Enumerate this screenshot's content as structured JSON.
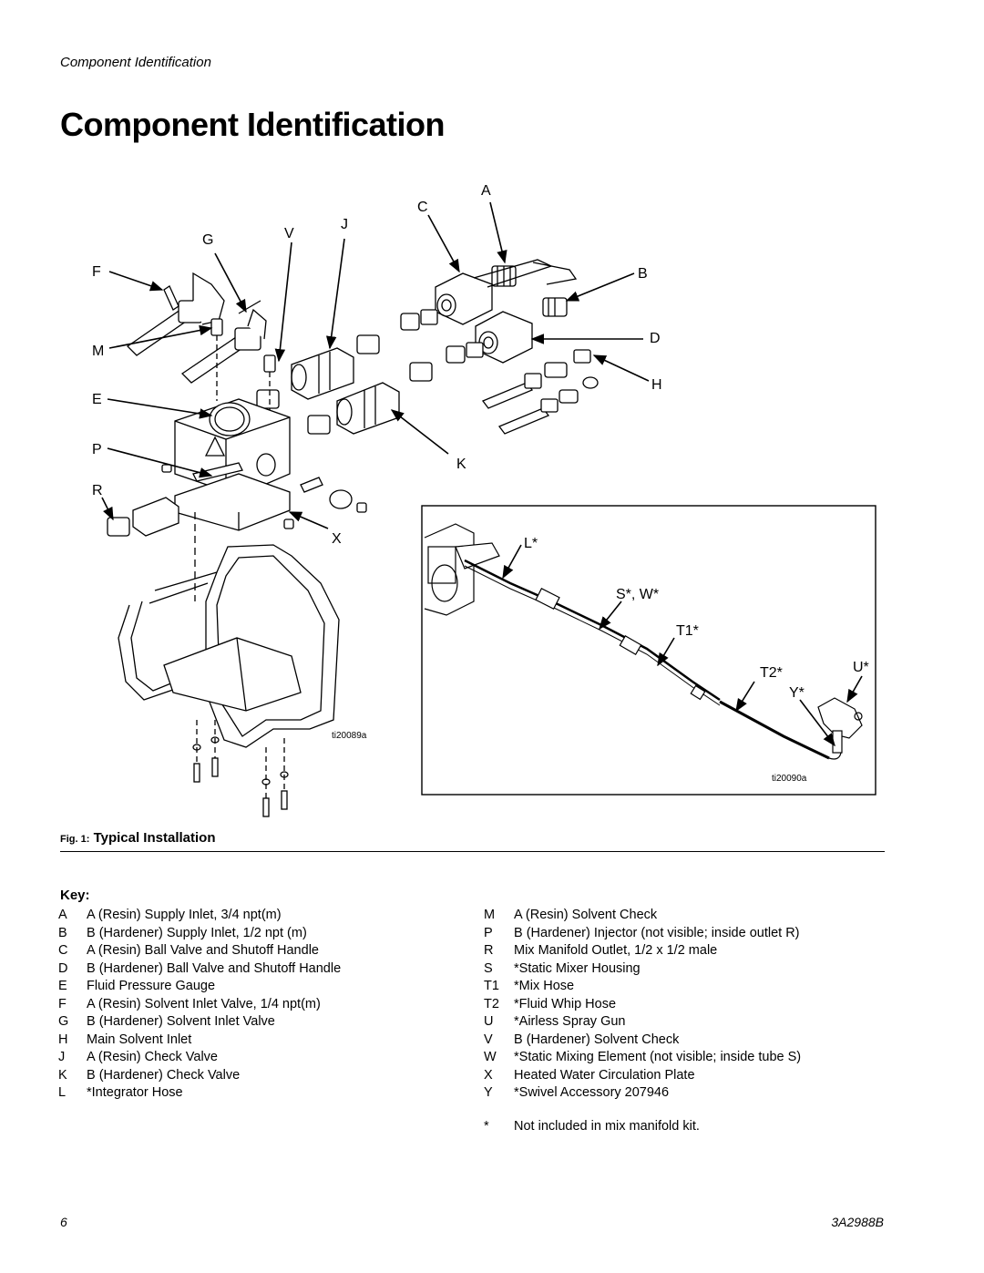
{
  "header": {
    "running_head": "Component Identification"
  },
  "title": "Component Identification",
  "figure": {
    "callouts": {
      "A": "A",
      "B": "B",
      "C": "C",
      "D": "D",
      "E": "E",
      "F": "F",
      "G": "G",
      "H": "H",
      "J": "J",
      "K": "K",
      "M": "M",
      "P": "P",
      "R": "R",
      "V": "V",
      "X": "X",
      "L": "L*",
      "SW": "S*, W*",
      "T1": "T1*",
      "T2": "T2*",
      "U": "U*",
      "Y": "Y*"
    },
    "tag_left": "ti20089a",
    "tag_right": "ti20090a",
    "caption_prefix": "Fig. 1:",
    "caption_text": "Typical Installation"
  },
  "key": {
    "heading": "Key:",
    "left": [
      {
        "k": "A",
        "v": "A (Resin) Supply Inlet, 3/4 npt(m)"
      },
      {
        "k": "B",
        "v": "B (Hardener) Supply Inlet, 1/2 npt (m)"
      },
      {
        "k": "C",
        "v": "A (Resin) Ball Valve and Shutoff Handle"
      },
      {
        "k": "D",
        "v": "B (Hardener) Ball Valve and Shutoff Handle"
      },
      {
        "k": "E",
        "v": "Fluid Pressure Gauge"
      },
      {
        "k": "F",
        "v": "A (Resin) Solvent Inlet Valve, 1/4 npt(m)"
      },
      {
        "k": "G",
        "v": "B (Hardener) Solvent Inlet Valve"
      },
      {
        "k": "H",
        "v": "Main Solvent Inlet"
      },
      {
        "k": "J",
        "v": "A (Resin) Check Valve"
      },
      {
        "k": "K",
        "v": "B (Hardener) Check Valve"
      },
      {
        "k": "L",
        "v": "*Integrator Hose"
      }
    ],
    "right": [
      {
        "k": "M",
        "v": "A (Resin) Solvent Check"
      },
      {
        "k": "P",
        "v": "B (Hardener) Injector (not visible; inside outlet R)"
      },
      {
        "k": "R",
        "v": "Mix Manifold Outlet, 1/2 x 1/2 male"
      },
      {
        "k": "S",
        "v": "*Static Mixer Housing"
      },
      {
        "k": "T1",
        "v": "*Mix Hose"
      },
      {
        "k": "T2",
        "v": "*Fluid Whip Hose"
      },
      {
        "k": "U",
        "v": "*Airless Spray Gun"
      },
      {
        "k": "V",
        "v": "B (Hardener) Solvent Check"
      },
      {
        "k": "W",
        "v": "*Static Mixing Element (not visible; inside tube S)"
      },
      {
        "k": "X",
        "v": "Heated Water Circulation Plate"
      },
      {
        "k": "Y",
        "v": "*Swivel Accessory 207946"
      }
    ],
    "footnote_mark": "*",
    "footnote_text": "Not included in mix manifold kit."
  },
  "footer": {
    "page": "6",
    "doc": "3A2988B"
  }
}
